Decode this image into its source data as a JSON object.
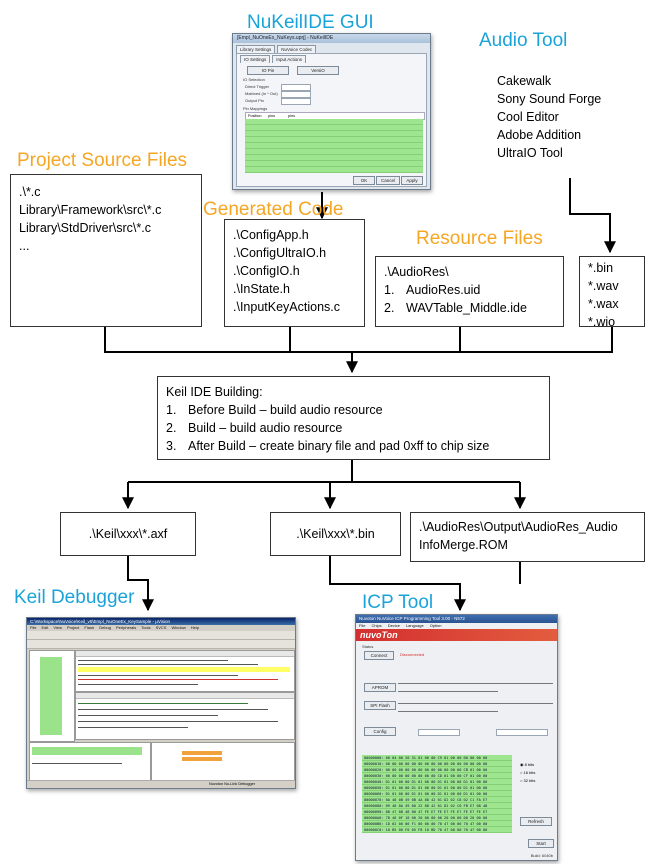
{
  "titles": {
    "nukeil": "NuKeilIDE GUI",
    "audio_tool": "Audio Tool",
    "project_source": "Project Source Files",
    "generated_code": "Generated Code",
    "resource_files": "Resource Files",
    "keil_debugger": "Keil Debugger",
    "icp_tool": "ICP Tool"
  },
  "audio_tools": [
    "Cakewalk",
    "Sony Sound Forge",
    "Cool Editor",
    "Adobe Addition",
    "UltraIO Tool"
  ],
  "project_source_files": [
    ".\\*.c",
    "Library\\Framework\\src\\*.c",
    "Library\\StdDriver\\src\\*.c",
    "..."
  ],
  "generated_code_files": [
    ".\\ConfigApp.h",
    ".\\ConfigUltraIO.h",
    ".\\ConfigIO.h",
    ".\\InState.h",
    ".\\InputKeyActions.c"
  ],
  "resource_files": {
    "folder": ".\\AudioRes\\",
    "items": [
      "AudioRes.uid",
      "WAVTable_Middle.ide"
    ]
  },
  "audio_extensions": [
    "*.bin",
    "*.wav",
    "*.wax",
    "*.wio"
  ],
  "build": {
    "heading": "Keil IDE Building:",
    "steps": [
      "Before Build – build audio resource",
      "Build – build audio resource",
      "After Build – create binary file and pad 0xff to chip size"
    ]
  },
  "outputs": {
    "axf": ".\\Keil\\xxx\\*.axf",
    "bin": ".\\Keil\\xxx\\*.bin",
    "rom_line1": ".\\AudioRes\\Output\\AudioRes_Audio",
    "rom_line2": "InfoMerge.ROM"
  },
  "nukeil_gui": {
    "window_title": "[Empl_NuOneEx_NuKeys.uprj] - NuKeilIDE",
    "tabs": [
      "Library Settings",
      "NuVoice Codec"
    ],
    "subtabs": [
      "IO Settings",
      "Input Actions"
    ],
    "buttons": [
      "IO Pin",
      "VersiO"
    ],
    "fields": [
      "IO Selection",
      "Direct Trigger",
      "Matrixed (In * Out)",
      "Output Pin"
    ],
    "section": "Pin Mappings",
    "columns": [
      "Position",
      "pins",
      "pins"
    ],
    "ok_label": "OK",
    "cancel_label": "Cancel",
    "apply_label": "Apply"
  },
  "keil_gui": {
    "window_title": "C:\\Workspace\\NuVoice\\Keil_v5\\Empl_NuOneEx_KeySample - µVision",
    "menu": [
      "File",
      "Edit",
      "View",
      "Project",
      "Flash",
      "Debug",
      "Peripherals",
      "Tools",
      "SVCS",
      "Window",
      "Help"
    ],
    "status": "Nuvoton Nu-Link Debugger"
  },
  "icp_gui": {
    "window_title": "Nuvoton NuVoice ICP Programming Tool 3.00 - N572",
    "menu": [
      "File",
      "Chips",
      "Device",
      "Language",
      "Option"
    ],
    "brand": "nuvoTon",
    "status_label": "Status",
    "connect_label": "Connect",
    "disconnected_label": "Disconnected",
    "aprom_label": "APROM",
    "spi_label": "SPI Flash",
    "config_label": "Config",
    "refresh_label": "Refresh",
    "start_label": "Start",
    "options": [
      "8 bits",
      "16 bits",
      "32 bits"
    ],
    "build": "Build: 6040b"
  }
}
